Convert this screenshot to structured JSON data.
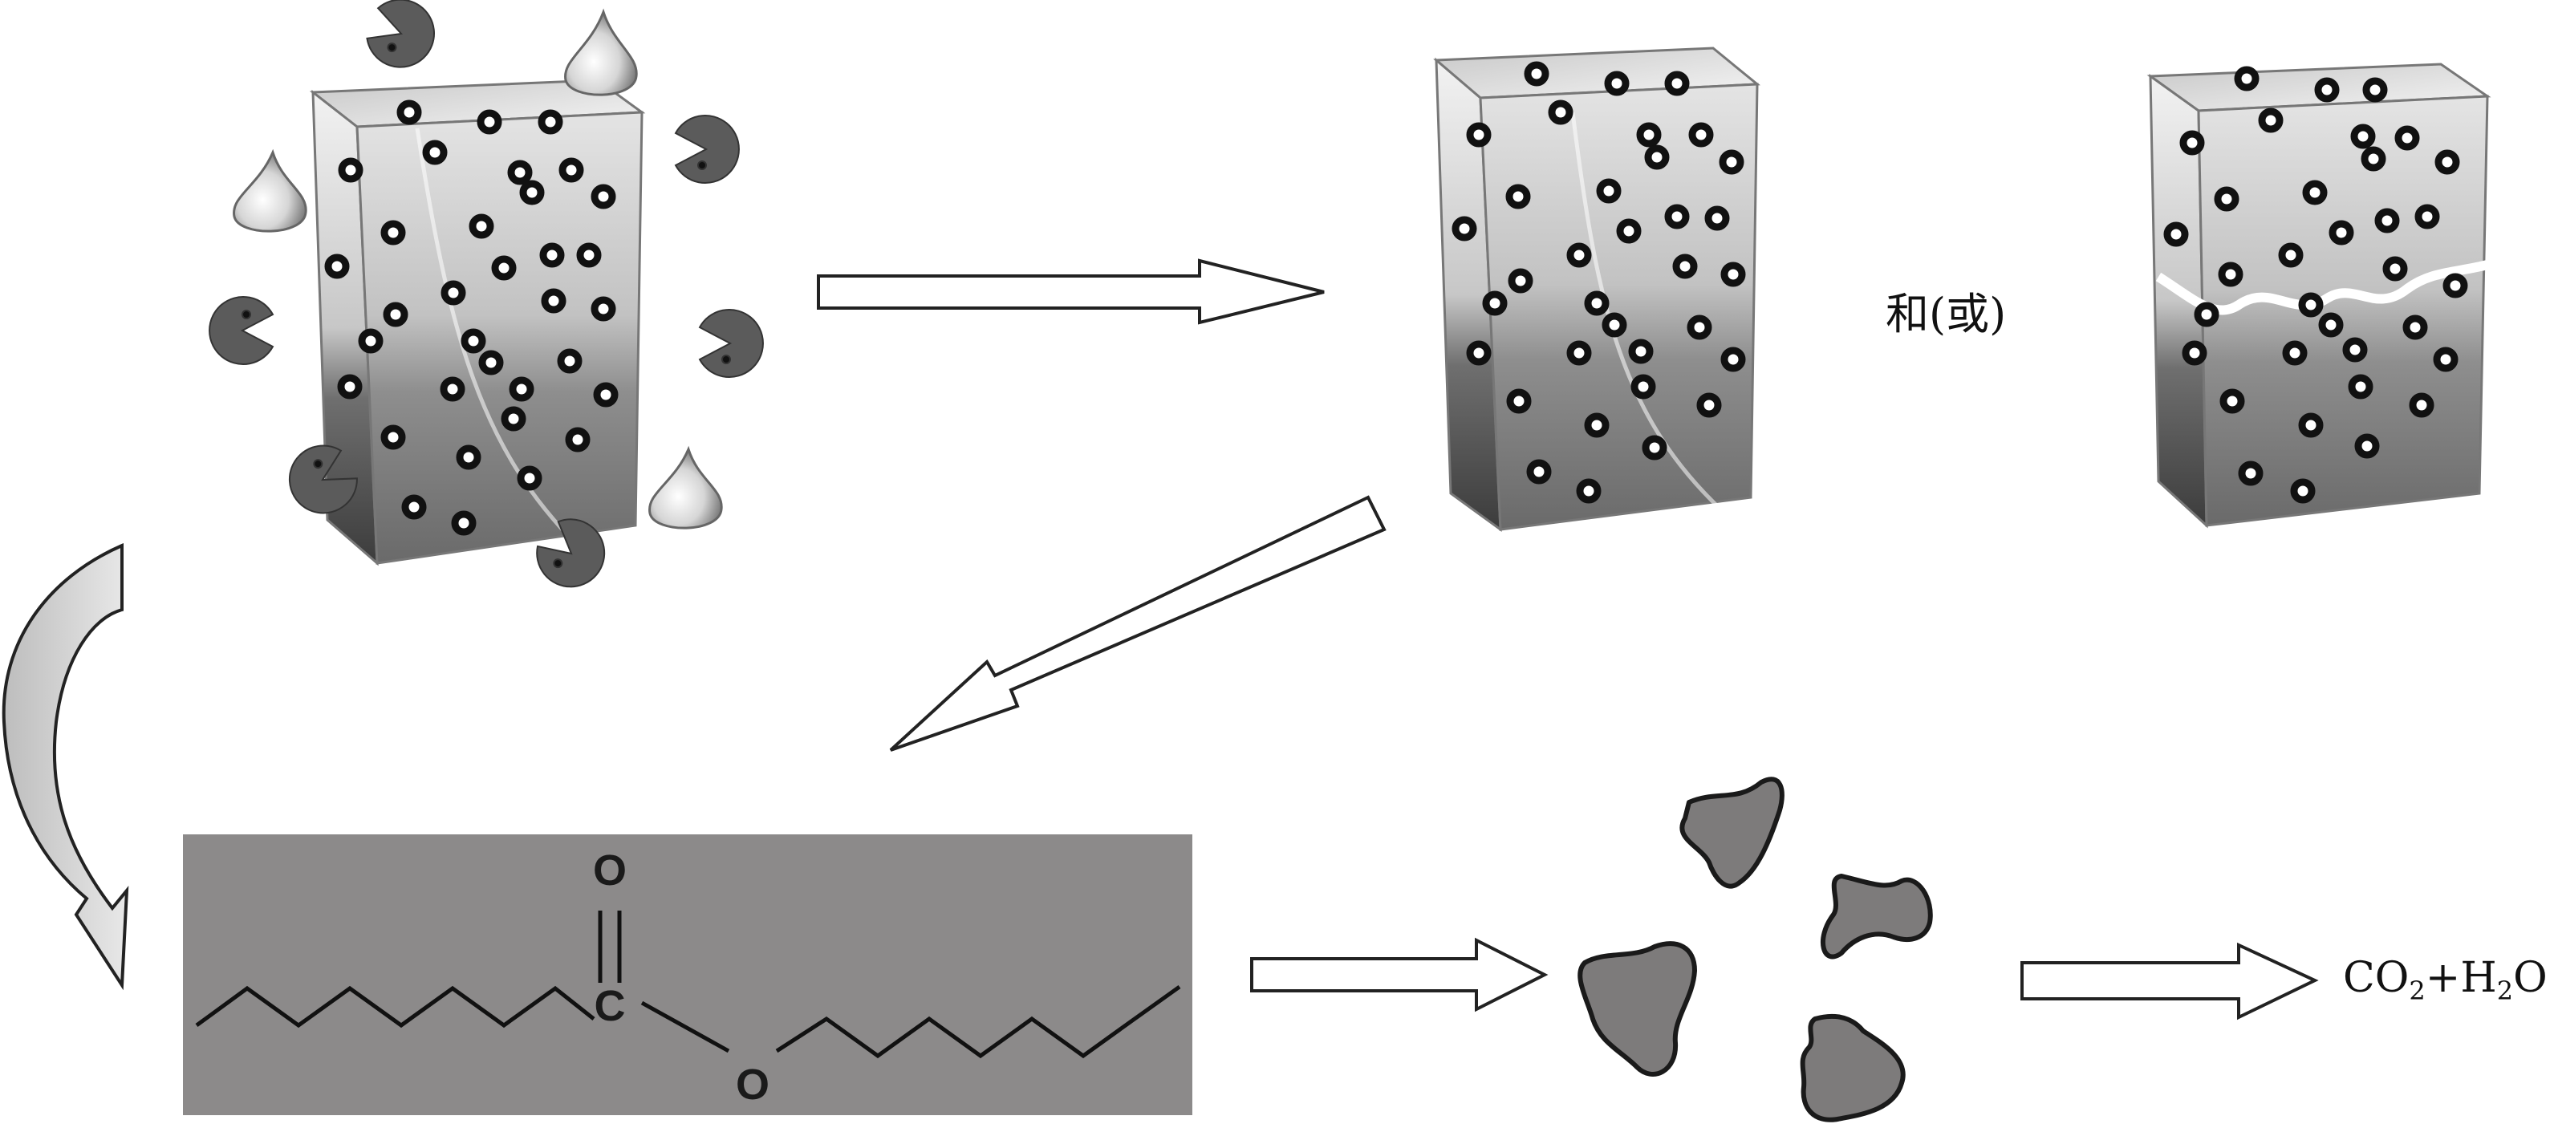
{
  "labels": {
    "or_text": "和(或)",
    "product_co": "CO",
    "product_co_sub": "2",
    "product_plus_h": "+H",
    "product_h_sub": "2",
    "product_o": "O"
  },
  "molecule": {
    "carbonyl_o": "O",
    "carbon": "C",
    "ester_o": "O"
  },
  "colors": {
    "band": "#8c8a8a",
    "fragment": "#7d7b7b",
    "enzyme": "#5b5b5b",
    "outline": "#222222"
  }
}
